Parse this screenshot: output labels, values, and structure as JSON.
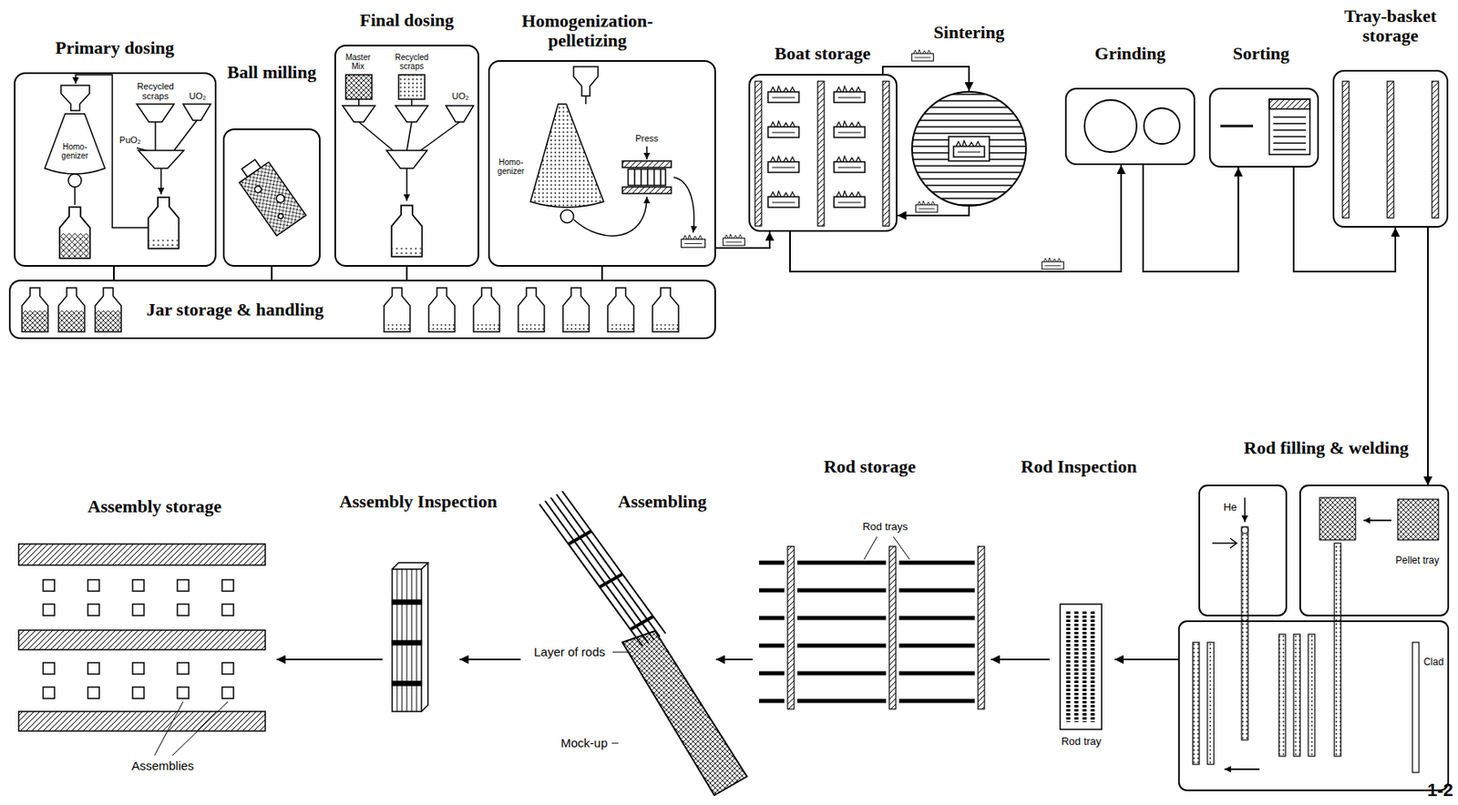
{
  "diagram": {
    "nodes": [
      {
        "text": [
          "Primary dosing"
        ]
      },
      {
        "text": [
          "Ball milling"
        ]
      },
      {
        "text": [
          "Final dosing"
        ]
      },
      {
        "text": [
          "Homogenization- pelletizing"
        ]
      },
      {
        "text": [
          "Jar storage & handling"
        ]
      },
      {
        "text": [
          "Boat storage"
        ]
      },
      {
        "text": [
          "Sintering"
        ]
      },
      {
        "text": [
          "Grinding"
        ]
      },
      {
        "text": [
          "Sorting"
        ]
      },
      {
        "text": [
          "Tray-basket storage"
        ]
      },
      {
        "text": [
          "Rod filling & welding"
        ]
      },
      {
        "text": [
          "Rod Inspection"
        ]
      },
      {
        "text": [
          "Rod storage"
        ]
      },
      {
        "text": [
          "Assembling"
        ]
      },
      {
        "text": [
          "Assembly Inspection"
        ]
      },
      {
        "text": [
          "Assembly storage"
        ]
      }
    ],
    "edges": [
      {
        "from": 0,
        "to": 4,
        "arrow": "none"
      },
      {
        "from": 1,
        "to": 4,
        "arrow": "none"
      },
      {
        "from": 2,
        "to": 4,
        "arrow": "none"
      },
      {
        "from": 3,
        "to": 4,
        "arrow": "none"
      },
      {
        "from": 3,
        "to": 5,
        "arrow": "to"
      },
      {
        "from": 5,
        "to": 6,
        "arrow": "to"
      },
      {
        "from": 6,
        "to": 5,
        "arrow": "to"
      },
      {
        "from": 5,
        "to": 7,
        "arrow": "to"
      },
      {
        "from": 7,
        "to": 8,
        "arrow": "to"
      },
      {
        "from": 8,
        "to": 9,
        "arrow": "to"
      },
      {
        "from": 9,
        "to": 10,
        "arrow": "to"
      },
      {
        "from": 10,
        "to": 11,
        "arrow": "to"
      },
      {
        "from": 11,
        "to": 12,
        "arrow": "to"
      },
      {
        "from": 12,
        "to": 13,
        "arrow": "to"
      },
      {
        "from": 13,
        "to": 14,
        "arrow": "to"
      },
      {
        "from": 14,
        "to": 15,
        "arrow": "to"
      }
    ],
    "labels": [
      "Recycled scraps",
      "UO₂",
      "PuO₂",
      "Homo- genizer",
      "Master Mix",
      "Recycled scraps",
      "UO₂",
      "Homo- genizer",
      "Press",
      "He",
      "Pellet tray",
      "Clad",
      "Rod tray",
      "Rod trays",
      "Layer of rods",
      "Mock-up",
      "Assemblies",
      "1-2"
    ]
  }
}
